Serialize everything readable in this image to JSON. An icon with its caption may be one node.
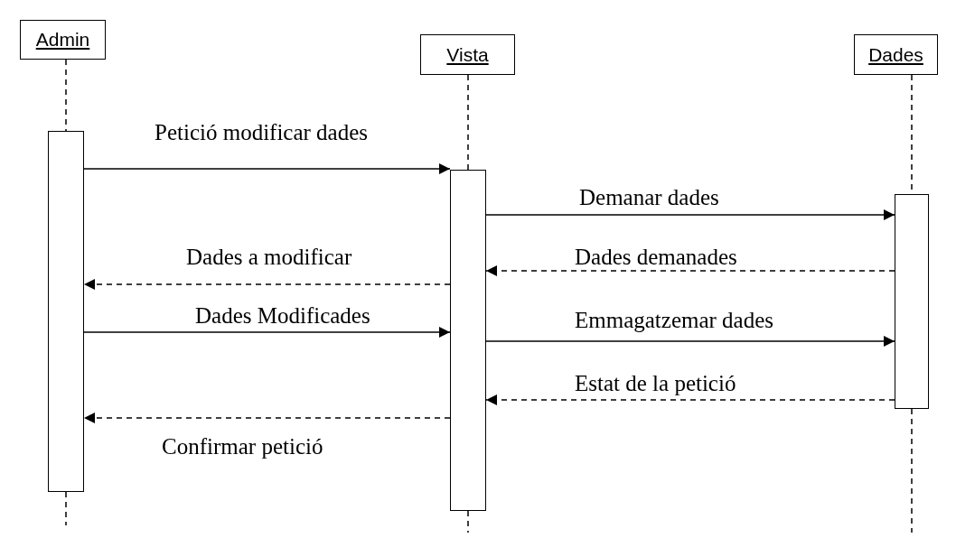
{
  "diagram": {
    "nodes": [
      {
        "text": [
          "Admin"
        ]
      },
      {
        "text": [
          "Vista"
        ]
      },
      {
        "text": [
          "Dades"
        ]
      },
      {
        "text": [],
        "shape": "bar"
      },
      {
        "text": [],
        "shape": "bar"
      },
      {
        "text": [],
        "shape": "bar"
      }
    ],
    "edges": [
      {
        "from": 0,
        "to": 3,
        "arrow": "none",
        "style": "dashed"
      },
      {
        "from": 3,
        "to": null,
        "arrow": "none",
        "style": "dashed"
      },
      {
        "from": 1,
        "to": 4,
        "arrow": "none",
        "style": "dashed"
      },
      {
        "from": 4,
        "to": null,
        "arrow": "none",
        "style": "dashed"
      },
      {
        "from": 2,
        "to": 5,
        "arrow": "none",
        "style": "dashed"
      },
      {
        "from": 5,
        "to": null,
        "arrow": "none",
        "style": "dashed"
      },
      {
        "from": 3,
        "to": 4,
        "arrow": "to",
        "label": "Petició modificar dades"
      },
      {
        "from": 4,
        "to": 5,
        "arrow": "to",
        "label": "Demanar dades"
      },
      {
        "from": 5,
        "to": 4,
        "arrow": "to",
        "style": "dashed",
        "label": "Dades demanades"
      },
      {
        "from": 4,
        "to": 3,
        "arrow": "to",
        "style": "dashed",
        "label": "Dades a modificar"
      },
      {
        "from": 3,
        "to": 4,
        "arrow": "to",
        "label": "Dades Modificades"
      },
      {
        "from": 4,
        "to": 5,
        "arrow": "to",
        "label": "Emmagatzemar dades"
      },
      {
        "from": 5,
        "to": 4,
        "arrow": "to",
        "style": "dashed",
        "label": "Estat de la petició"
      },
      {
        "from": 4,
        "to": 3,
        "arrow": "to",
        "style": "dashed",
        "label": "Confirmar petició"
      }
    ]
  }
}
